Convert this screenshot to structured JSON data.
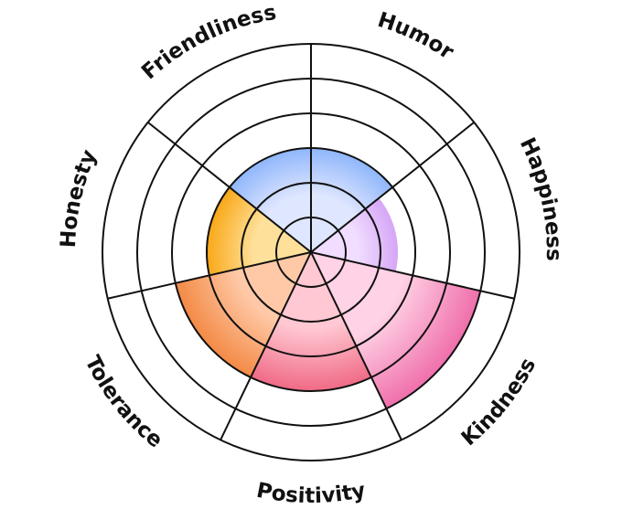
{
  "chart_data": {
    "type": "polar-area",
    "categories": [
      "Humor",
      "Happiness",
      "Kindness",
      "Positivity",
      "Tolerance",
      "Honesty",
      "Friendliness"
    ],
    "values": [
      3,
      2.5,
      5,
      4,
      4,
      3,
      3
    ],
    "rlim": [
      0,
      6
    ],
    "rings": [
      1,
      2,
      3,
      4,
      5,
      6
    ],
    "colors": [
      "#8fb6fb",
      "#d6a6f6",
      "#ef6fab",
      "#f06a86",
      "#f38a45",
      "#f9a818",
      "#8fb6fb"
    ],
    "inner_colors": [
      "#dfe6ff",
      "#f0ddff",
      "#ffd2e5",
      "#ffc8d2",
      "#ffc9a7",
      "#ffe09a",
      "#dfe6ff"
    ],
    "grid": true,
    "legend": "none"
  }
}
